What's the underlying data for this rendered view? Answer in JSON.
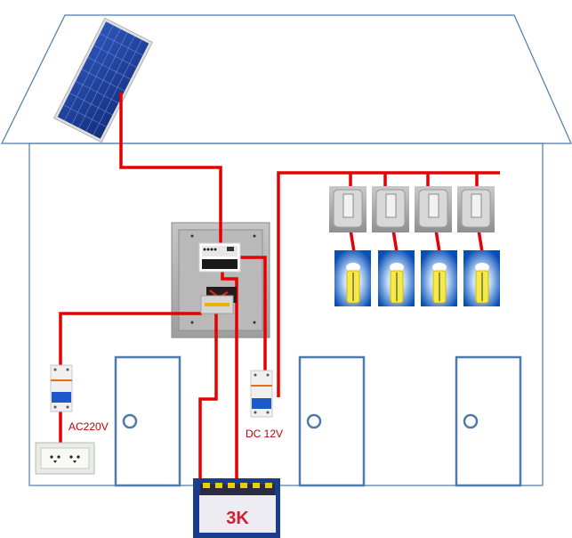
{
  "diagram": {
    "title": "Solar home power system wiring",
    "colors": {
      "outline": "#4f7bab",
      "wire": "#e60000",
      "door": "#4f7bab",
      "panel_blue": "#1e3f96",
      "cabinet_gray": "#b8b8b8",
      "switch_gray": "#a9a9a9",
      "lamp_bg": "#0a4fb5",
      "lamp_yellow": "#f5ea4a",
      "battery_blue": "#1a3c8c"
    },
    "components": {
      "solar_panel": "solar-panel",
      "control_cabinet": "control-cabinet",
      "charge_controller": "charge-controller",
      "inverter": "inverter",
      "battery": "battery",
      "ac_breaker": "ac-circuit-breaker",
      "dc_breaker": "dc-circuit-breaker",
      "ac_outlet": "ac-power-outlet",
      "light_switches": 4,
      "lamps": 4,
      "doors": 3
    },
    "labels": {
      "ac": "AC220V",
      "dc": "DC 12V"
    },
    "battery_brand": "3K"
  }
}
